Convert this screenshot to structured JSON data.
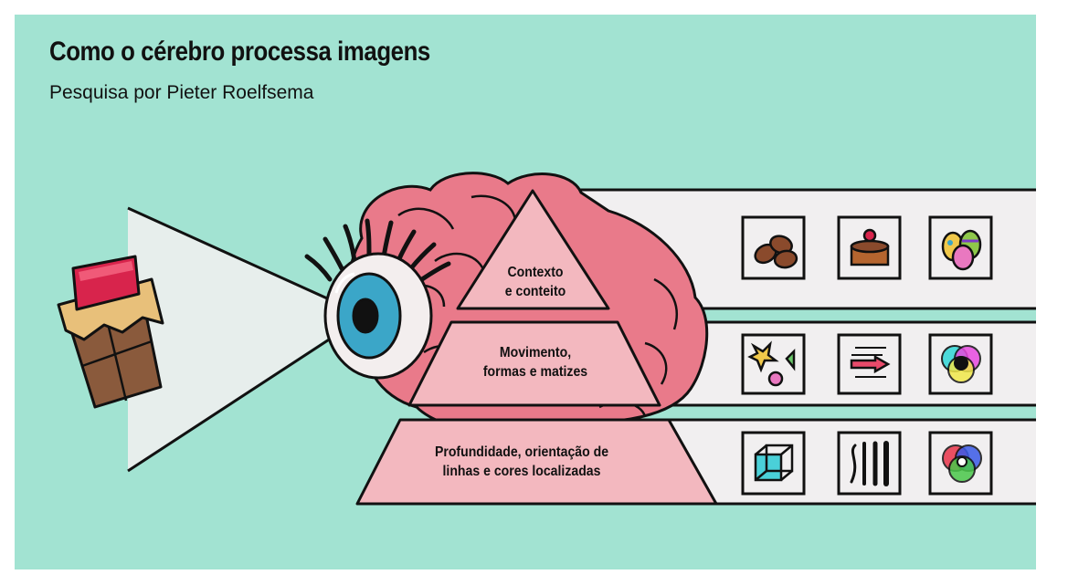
{
  "title": "Como o cérebro processa imagens",
  "subtitle": "Pesquisa por Pieter Roelfsema",
  "levels": [
    {
      "label_line1": "Contexto",
      "label_line2": "e conteito",
      "icons": [
        "coffee-beans-icon",
        "cake-icon",
        "easter-eggs-icon"
      ]
    },
    {
      "label_line1": "Movimento,",
      "label_line2": "formas e matizes",
      "icons": [
        "shapes-icon",
        "moving-arrow-icon",
        "color-wheel-icon"
      ]
    },
    {
      "label_line1": "Profundidade, orientação de",
      "label_line2": "linhas e cores localizadas",
      "icons": [
        "cube-icon",
        "vertical-lines-icon",
        "rgb-circles-icon"
      ]
    }
  ],
  "colors": {
    "background": "#a2e3d2",
    "brain": "#e97a8a",
    "pyramid": "#f3b8bf",
    "panel": "#f1eff0",
    "chocolate": "#8a5a3c",
    "wrapper": "#d8244c",
    "iris": "#3ba6c8"
  }
}
